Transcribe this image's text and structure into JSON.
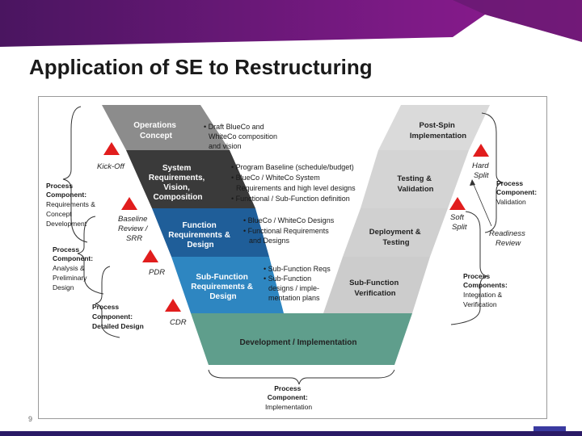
{
  "title": "Application of SE to Restructuring",
  "page_number": "9",
  "colors": {
    "header_purple": "#5b1a66",
    "header_magenta": "#8e1a8f",
    "concept_gray": "#8c8c8c",
    "requirements_dark": "#3a3a3a",
    "function_blue": "#1f5e99",
    "subfunction_blue": "#2e86c1",
    "implementation_teal": "#5f9e8c",
    "right_light": "#d6d6d6",
    "milestone_red": "#e11d1d"
  },
  "v_blocks": {
    "operations_concept": [
      "Operations",
      "Concept"
    ],
    "system_requirements": [
      "System",
      "Requirements,",
      "Vision,",
      "Composition"
    ],
    "function_requirements": [
      "Function",
      "Requirements &",
      "Design"
    ],
    "subfunction_requirements": [
      "Sub-Function",
      "Requirements &",
      "Design"
    ],
    "development": "Development / Implementation",
    "post_spin": [
      "Post-Spin",
      "Implementation"
    ],
    "testing_validation": [
      "Testing &",
      "Validation"
    ],
    "deployment_testing": [
      "Deployment &",
      "Testing"
    ],
    "subfunction_verification": [
      "Sub-Function",
      "Verification"
    ]
  },
  "bullets": {
    "operations": [
      "• Draft BlueCo and",
      "WhiteCo composition",
      "and vision"
    ],
    "system": [
      "• Program Baseline (schedule/budget)",
      "• BlueCo / WhiteCo System",
      "Requirements and high level designs",
      "• Functional / Sub-Function definition"
    ],
    "function": [
      "• BlueCo / WhiteCo Designs",
      "• Functional Requirements",
      "and Designs"
    ],
    "subfunction": [
      "• Sub-Function Reqs",
      "• Sub-Function",
      "designs / imple-",
      "mentation plans"
    ]
  },
  "milestones": {
    "kickoff": "Kick-Off",
    "baseline": [
      "Baseline",
      "Review /",
      "SRR"
    ],
    "pdr": "PDR",
    "cdr": "CDR",
    "hard_split": [
      "Hard",
      "Split"
    ],
    "soft_split": [
      "Soft",
      "Split"
    ],
    "readiness": [
      "Readiness",
      "Review"
    ]
  },
  "process_components": {
    "left_requirements": [
      "Process",
      "Component:",
      "Requirements &",
      "Concept",
      "Development"
    ],
    "left_analysis": [
      "Process",
      "Component:",
      "Analysis &",
      "Preliminary",
      "Design"
    ],
    "left_detailed": [
      "Process",
      "Component:",
      "Detailed Design"
    ],
    "right_validation": [
      "Process",
      "Component:",
      "Validation"
    ],
    "right_integration": [
      "Process",
      "Components:",
      "Integration &",
      "Verification"
    ],
    "bottom_implementation": [
      "Process",
      "Component:",
      "Implementation"
    ]
  }
}
